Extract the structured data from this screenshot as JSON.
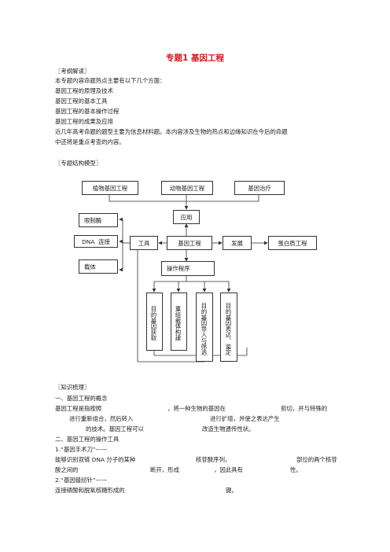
{
  "title": "专题1  基因工程",
  "section1": {
    "heading": "〖考纲解读〗",
    "lines": [
      "本专题内容命题热点主要有以下几个方面：",
      "基因工程的原理及技术",
      "基因工程的基本工具",
      "基因工程的基本操作过程",
      "基因工程的成果及应用",
      "近几年高考命题的题型主要为信息材料题。本内容涉及生物的热点和边缘知识在今后的命题",
      "中还将是重点考查的内容。"
    ]
  },
  "section2": {
    "heading": "〖专题结构模型〗"
  },
  "diagram": {
    "top": [
      "植物基因工程",
      "动物基因工程",
      "基因治疗"
    ],
    "application": "应用",
    "tools_list": [
      "限制酶",
      "DNA  连接",
      "载体"
    ],
    "tool": "工具",
    "center": "基因工程",
    "develop": "发展",
    "protein": "蛋白质工程",
    "procedure": "操作程序",
    "steps": [
      "目的基因获取",
      "重组载体构建",
      "目的基因导入与筛选",
      "目的基因表达、鉴定"
    ]
  },
  "section3": {
    "heading": "〖知识梳理〗",
    "sub1": "一、基因工程的概念",
    "p1_l1a": "基因工程是指按照",
    "p1_l1b": "，将一种生物的基因在",
    "p1_l1c": "剪切，并与特殊的",
    "p1_l2a": "进行重新组合，然后转入",
    "p1_l2b": "进行扩增，并使之表达产生",
    "p1_l3a": "的技术。基因工程可以",
    "p1_l3b": "改造生物遗传性状。",
    "sub2": "二、基因工程的操作工具",
    "item1": "1.“基因手术刀”——",
    "item1_l1a": "能够识别双链 DNA 分子的某种",
    "item1_l1b": "核苷酸序列，",
    "item1_l1c": "部位的两个核苷",
    "item1_l2a": "酸之间的",
    "item1_l2b": "断开，形成",
    "item1_l2c": "，因此具有",
    "item1_l2d": "性。",
    "item2": "2.“基因缝纫针”——",
    "item2_l1a": "连接磷酸和脱氧核糖形成的",
    "item2_l1b": "键。"
  }
}
